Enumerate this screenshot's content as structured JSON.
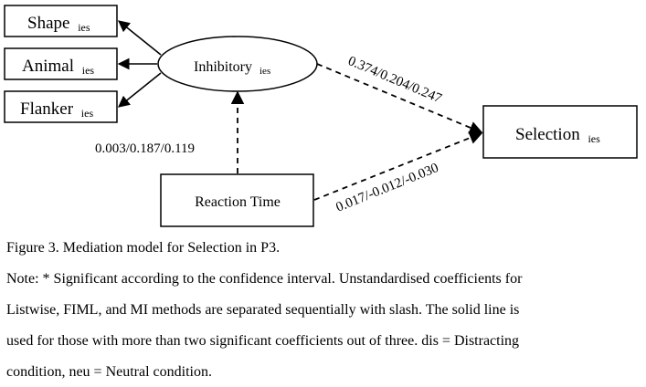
{
  "nodes": {
    "shape": {
      "label": "Shape",
      "sub": "ies"
    },
    "animal": {
      "label": "Animal",
      "sub": "ies"
    },
    "flanker": {
      "label": "Flanker",
      "sub": "ies"
    },
    "inhibitory": {
      "label": "Inhibitory",
      "sub": "ies"
    },
    "reaction": {
      "label": "Reaction Time",
      "sub": ""
    },
    "selection": {
      "label": "Selection",
      "sub": "ies"
    }
  },
  "paths": {
    "inhibitory_to_selection": {
      "label": "0.374/0.204/0.247",
      "style": "dashed"
    },
    "reaction_to_inhibitory": {
      "label": "0.003/0.187/0.119",
      "style": "dashed"
    },
    "reaction_to_selection": {
      "label": "0.017/-0.012/-0.030",
      "style": "dashed"
    }
  },
  "caption": "Figure 3. Mediation model for Selection in P3.",
  "note": [
    "Note: * Significant according to the confidence interval. Unstandardised coefficients for",
    "Listwise, FIML, and MI methods are separated sequentially with slash. The solid line is",
    "used for those with more than two significant coefficients out of three. dis = Distracting",
    "condition, neu = Neutral condition."
  ]
}
